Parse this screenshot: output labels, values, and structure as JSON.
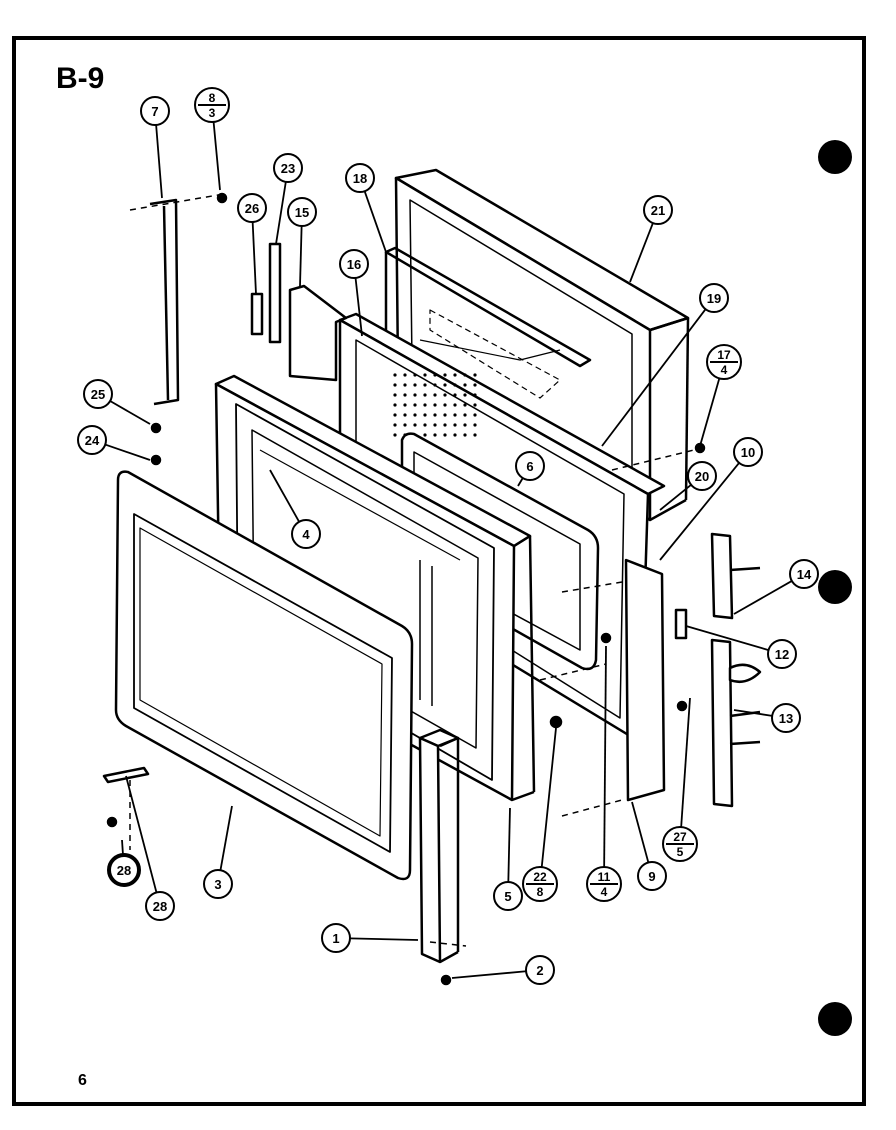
{
  "diagram": {
    "title": "B-9",
    "page_number": "6",
    "callouts": [
      {
        "id": "c7",
        "label": "7"
      },
      {
        "id": "c8-3",
        "num": "8",
        "den": "3"
      },
      {
        "id": "c23",
        "label": "23"
      },
      {
        "id": "c26",
        "label": "26"
      },
      {
        "id": "c15",
        "label": "15"
      },
      {
        "id": "c18",
        "label": "18"
      },
      {
        "id": "c21",
        "label": "21"
      },
      {
        "id": "c16",
        "label": "16"
      },
      {
        "id": "c19",
        "label": "19"
      },
      {
        "id": "c17-4",
        "num": "17",
        "den": "4"
      },
      {
        "id": "c25",
        "label": "25"
      },
      {
        "id": "c24",
        "label": "24"
      },
      {
        "id": "c10",
        "label": "10"
      },
      {
        "id": "c20",
        "label": "20"
      },
      {
        "id": "c6",
        "label": "6"
      },
      {
        "id": "c4",
        "label": "4"
      },
      {
        "id": "c14",
        "label": "14"
      },
      {
        "id": "c12",
        "label": "12"
      },
      {
        "id": "c13",
        "label": "13"
      },
      {
        "id": "c27-5",
        "num": "27",
        "den": "5"
      },
      {
        "id": "c22-8",
        "num": "22",
        "den": "8"
      },
      {
        "id": "c11-4",
        "num": "11",
        "den": "4"
      },
      {
        "id": "c9",
        "label": "9"
      },
      {
        "id": "c5",
        "label": "5"
      },
      {
        "id": "c3",
        "label": "3"
      },
      {
        "id": "c28a",
        "label": "28"
      },
      {
        "id": "c28b",
        "label": "28"
      },
      {
        "id": "c1",
        "label": "1"
      },
      {
        "id": "c2",
        "label": "2"
      }
    ]
  }
}
